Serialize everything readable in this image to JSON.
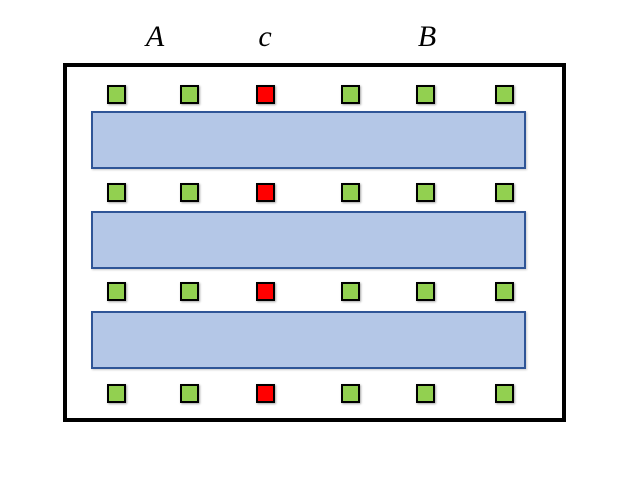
{
  "diagram": {
    "labels": [
      {
        "id": "label-a",
        "text": "A"
      },
      {
        "id": "label-c",
        "text": "c"
      },
      {
        "id": "label-b",
        "text": "B"
      }
    ],
    "square_rows": [
      [
        "green",
        "green",
        "red",
        "green",
        "green",
        "green"
      ],
      [
        "green",
        "green",
        "red",
        "green",
        "green",
        "green"
      ],
      [
        "green",
        "green",
        "red",
        "green",
        "green",
        "green"
      ],
      [
        "green",
        "green",
        "red",
        "green",
        "green",
        "green"
      ]
    ],
    "bar_count": 3,
    "colors": {
      "square_green": "#92D050",
      "square_red": "#FF0000",
      "square_border": "#000000",
      "bar_fill": "#B4C7E7",
      "bar_border": "#2F5597",
      "frame_border": "#000000"
    }
  }
}
